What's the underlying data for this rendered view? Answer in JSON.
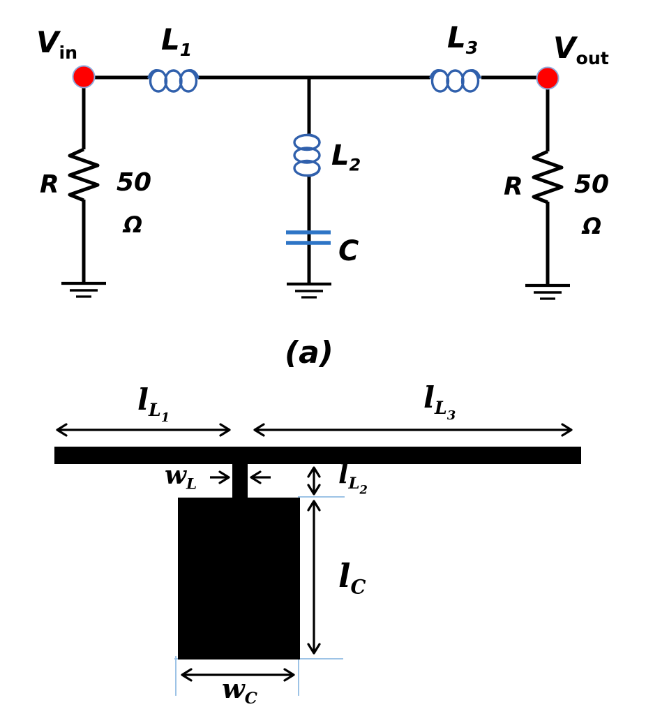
{
  "panel_label": "(a)",
  "circuit": {
    "vin": {
      "base": "V",
      "sub": "in"
    },
    "l1": {
      "base": "L",
      "sub": "1"
    },
    "l3": {
      "base": "L",
      "sub": "3"
    },
    "vout": {
      "base": "V",
      "sub": "out"
    },
    "l2": {
      "base": "L",
      "sub": "2"
    },
    "cap": {
      "base": "C"
    },
    "left_resistor": {
      "name": "R",
      "value": "50",
      "unit": "Ω"
    },
    "right_resistor": {
      "name": "R",
      "value": "50",
      "unit": "Ω"
    }
  },
  "layout": {
    "len_l1": {
      "base": "l",
      "sub": "L",
      "subsub": "1"
    },
    "len_l3": {
      "base": "l",
      "sub": "L",
      "subsub": "3"
    },
    "width_l": {
      "base": "w",
      "sub": "L"
    },
    "len_l2": {
      "base": "l",
      "sub": "L",
      "subsub": "2"
    },
    "len_c": {
      "base": "l",
      "sub": "C"
    },
    "width_c": {
      "base": "w",
      "sub": "C"
    }
  },
  "colors": {
    "ink": "#000000",
    "component_blue": "#3060AC",
    "capacitor_blue": "#2E75C6",
    "node_red": "#FF0000",
    "node_outline": "#8FAADC",
    "guide_blue": "#9DC3E6"
  }
}
